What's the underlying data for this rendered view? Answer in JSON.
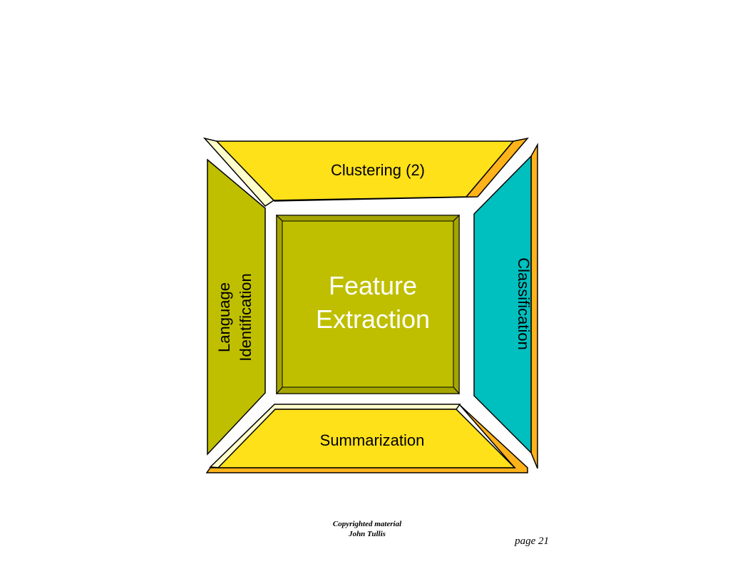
{
  "diagram": {
    "top_panel": {
      "label": "Clustering (2)",
      "color": "#FFE11A"
    },
    "left_panel": {
      "label_line1": "Language",
      "label_line2": "Identification",
      "color": "#BFBF00"
    },
    "right_panel": {
      "label": "Classification",
      "color": "#00BFBF"
    },
    "bottom_panel": {
      "label": "Summarization",
      "color": "#FFE11A"
    },
    "center": {
      "label_line1": "Feature",
      "label_line2": "Extraction",
      "color": "#BFBF00"
    },
    "bevel_dark": "#FFB21A",
    "bevel_light": "#FFFFCC"
  },
  "footer": {
    "copyright_line1": "Copyrighted material",
    "copyright_line2": "John Tullis",
    "page": "page 21"
  }
}
